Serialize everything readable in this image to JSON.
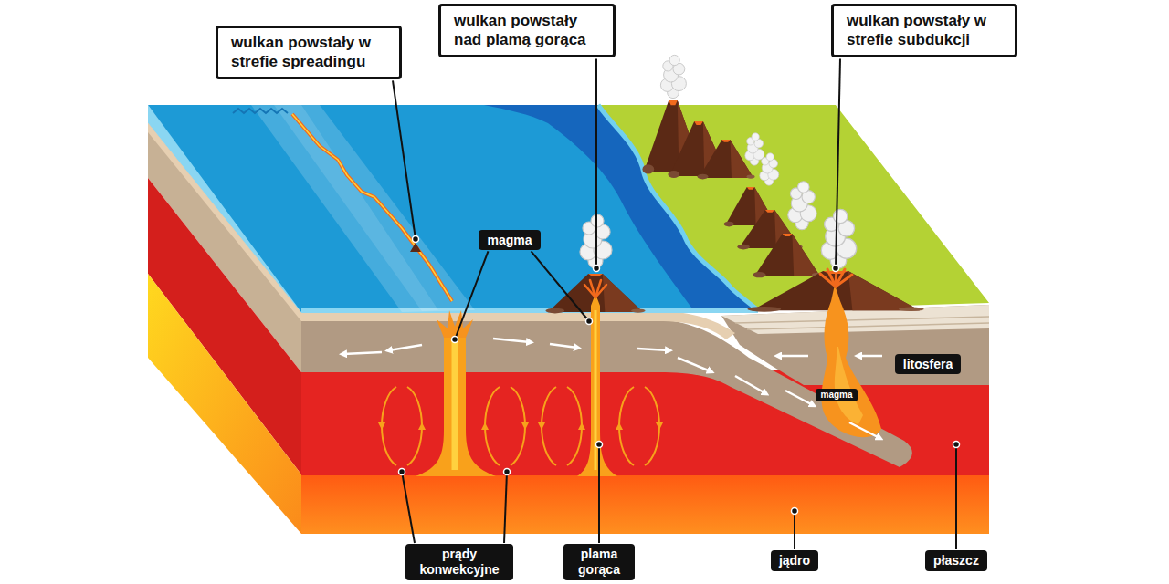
{
  "diagram": {
    "nodes": [
      {
        "text": [
          "wulkan powstały w strefie spreadingu"
        ]
      },
      {
        "text": [
          "wulkan powstały nad plamą gorąca"
        ]
      },
      {
        "text": [
          "wulkan powstały w strefie subdukcji"
        ]
      },
      {
        "text": [
          "magma"
        ]
      },
      {
        "text": [
          "litosfera"
        ]
      },
      {
        "text": [
          "magma"
        ]
      },
      {
        "text": [
          "prądy konwekcyjne"
        ]
      },
      {
        "text": [
          "plama gorąca"
        ]
      },
      {
        "text": [
          "jądro"
        ]
      },
      {
        "text": [
          "płaszcz"
        ]
      }
    ]
  }
}
